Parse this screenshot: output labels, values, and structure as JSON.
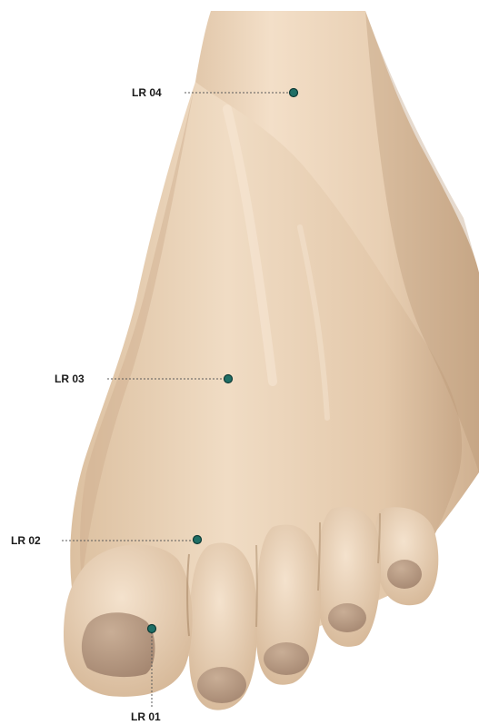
{
  "diagram": {
    "subject": "foot-dorsal-view",
    "colors": {
      "skin": "#ecd4b8",
      "skin_shadow": "#d2b596",
      "skin_dark": "#b89674",
      "nail": "#b59a82",
      "background": "#ffffff",
      "point_fill": "#1f6f66",
      "point_stroke": "#0d3b36",
      "leader_line": "#5a5a5a"
    },
    "points": [
      {
        "id": "lr04",
        "label": "LR 04"
      },
      {
        "id": "lr03",
        "label": "LR 03"
      },
      {
        "id": "lr02",
        "label": "LR 02"
      },
      {
        "id": "lr01",
        "label": "LR 01"
      }
    ]
  }
}
